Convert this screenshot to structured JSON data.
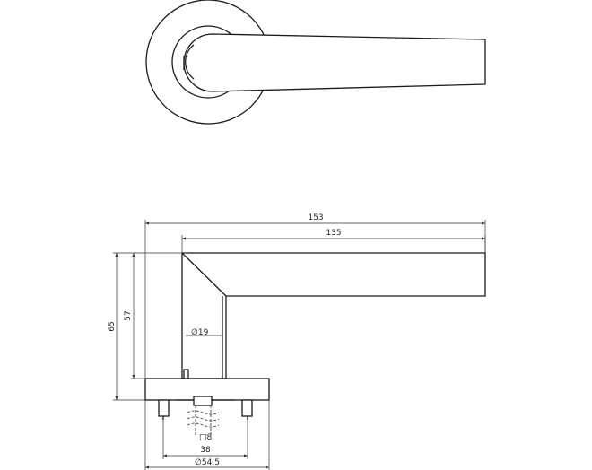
{
  "dimensions": {
    "overall_length": "153",
    "lever_length": "135",
    "height_total": "65",
    "height_lever": "57",
    "lever_diameter": "∅19",
    "spindle_square": "□8",
    "fixing_centres": "38",
    "rose_diameter": "∅54,5"
  },
  "colors": {
    "stroke": "#1a1a1a",
    "background": "#ffffff"
  }
}
